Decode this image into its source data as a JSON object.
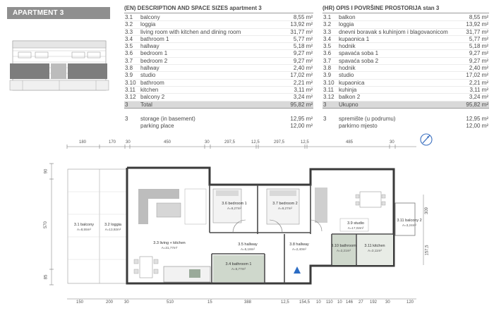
{
  "header": {
    "badge": "APARTMENT 3"
  },
  "en": {
    "title": "(EN) DESCRIPTION AND SPACE SIZES apartment 3",
    "rows": [
      {
        "num": "3.1",
        "name": "balcony",
        "area": "8,55 m²"
      },
      {
        "num": "3.2",
        "name": "loggia",
        "area": "13,92 m²"
      },
      {
        "num": "3.3",
        "name": "living room with kitchen and dining room",
        "area": "31,77 m²"
      },
      {
        "num": "3.4",
        "name": "bathroom 1",
        "area": "5,77 m²"
      },
      {
        "num": "3.5",
        "name": "hallway",
        "area": "5,18 m²"
      },
      {
        "num": "3.6",
        "name": "bedroom 1",
        "area": "9,27 m²"
      },
      {
        "num": "3.7",
        "name": "bedroom 2",
        "area": "9,27 m²"
      },
      {
        "num": "3.8",
        "name": "hallway",
        "area": "2,40 m²"
      },
      {
        "num": "3.9",
        "name": "studio",
        "area": "17,02 m²"
      },
      {
        "num": "3.10",
        "name": "bathroom",
        "area": "2,21 m²"
      },
      {
        "num": "3.11",
        "name": "kitchen",
        "area": "3,11 m²"
      },
      {
        "num": "3.12",
        "name": "balcony 2",
        "area": "3,24 m²"
      }
    ],
    "total": {
      "num": "3",
      "name": "Total",
      "area": "95,82 m²"
    },
    "extras": [
      {
        "num": "3",
        "name": "storage (in basement)",
        "area": "12,95 m²"
      },
      {
        "num": "",
        "name": "parking place",
        "area": "12,00 m²"
      }
    ]
  },
  "hr": {
    "title": "(HR) OPIS I POVRŠINE PROSTORIJA stan 3",
    "rows": [
      {
        "num": "3.1",
        "name": "balkon",
        "area": "8,55 m²"
      },
      {
        "num": "3.2",
        "name": "loggia",
        "area": "13,92 m²"
      },
      {
        "num": "3.3",
        "name": "dnevni boravak s kuhinjom i blagovaonicom",
        "area": "31,77 m²"
      },
      {
        "num": "3.4",
        "name": "kupaonica 1",
        "area": "5,77 m²"
      },
      {
        "num": "3.5",
        "name": "hodnik",
        "area": "5,18 m²"
      },
      {
        "num": "3.6",
        "name": "spavaća soba 1",
        "area": "9,27 m²"
      },
      {
        "num": "3.7",
        "name": "spavaća soba 2",
        "area": "9,27 m²"
      },
      {
        "num": "3.8",
        "name": "hodnik",
        "area": "2,40 m²"
      },
      {
        "num": "3.9",
        "name": "studio",
        "area": "17,02 m²"
      },
      {
        "num": "3.10",
        "name": "kupaonica",
        "area": "2,21 m²"
      },
      {
        "num": "3.11",
        "name": "kuhinja",
        "area": "3,11 m²"
      },
      {
        "num": "3.12",
        "name": "balkon 2",
        "area": "3,24 m²"
      }
    ],
    "total": {
      "num": "3",
      "name": "Ukupno",
      "area": "95,82 m²"
    },
    "extras": [
      {
        "num": "3",
        "name": "spremište (u podrumu)",
        "area": "12,95 m²"
      },
      {
        "num": "",
        "name": "parkirno mjesto",
        "area": "12,00 m²"
      }
    ]
  },
  "plan": {
    "top_dims": [
      "180",
      "170",
      "30",
      "450",
      "30",
      "297,5",
      "12,5",
      "297,5",
      "12,5",
      "485",
      "30"
    ],
    "bottom_dims": [
      "150",
      "200",
      "30",
      "510",
      "15",
      "388",
      "12,5",
      "154,5",
      "10",
      "110",
      "10",
      "146",
      "27",
      "192",
      "30",
      "120"
    ],
    "left_dims": [
      "90",
      "570",
      "85"
    ],
    "right_dims": [
      "309",
      "157,5"
    ],
    "rooms": {
      "r31": {
        "name": "3.1 balcony",
        "area": "A=8,55m²"
      },
      "r32": {
        "name": "3.2 loggia",
        "area": "A=13,92m²"
      },
      "r33": {
        "name": "3.3 living + kitchen",
        "area": "A=31,77m²"
      },
      "r34": {
        "name": "3.4 bathroom 1",
        "area": "A=5,77m²"
      },
      "r35": {
        "name": "3.5 hallway",
        "area": "A=5,18m²"
      },
      "r36": {
        "name": "3.6 bedroom 1",
        "area": "A=9,27m²"
      },
      "r37": {
        "name": "3.7 bedroom 2",
        "area": "A=9,27m²"
      },
      "r38": {
        "name": "3.8 hallway",
        "area": "A=2,40m²"
      },
      "r39": {
        "name": "3.9 studio",
        "area": "A=17,02m²"
      },
      "r310": {
        "name": "3.10 bathroom",
        "area": "A=2,21m²"
      },
      "r311": {
        "name": "3.11 kitchen",
        "area": "A=3,11m²"
      },
      "r312": {
        "name": "3.11 balcony 2",
        "area": "A=3,24m²"
      }
    }
  },
  "colors": {
    "badge": "#8f8f8f",
    "total_row": "#d9d9d9",
    "bathroom_tile": "#cfd8cc",
    "entry_arrow": "#2b6cc4"
  }
}
